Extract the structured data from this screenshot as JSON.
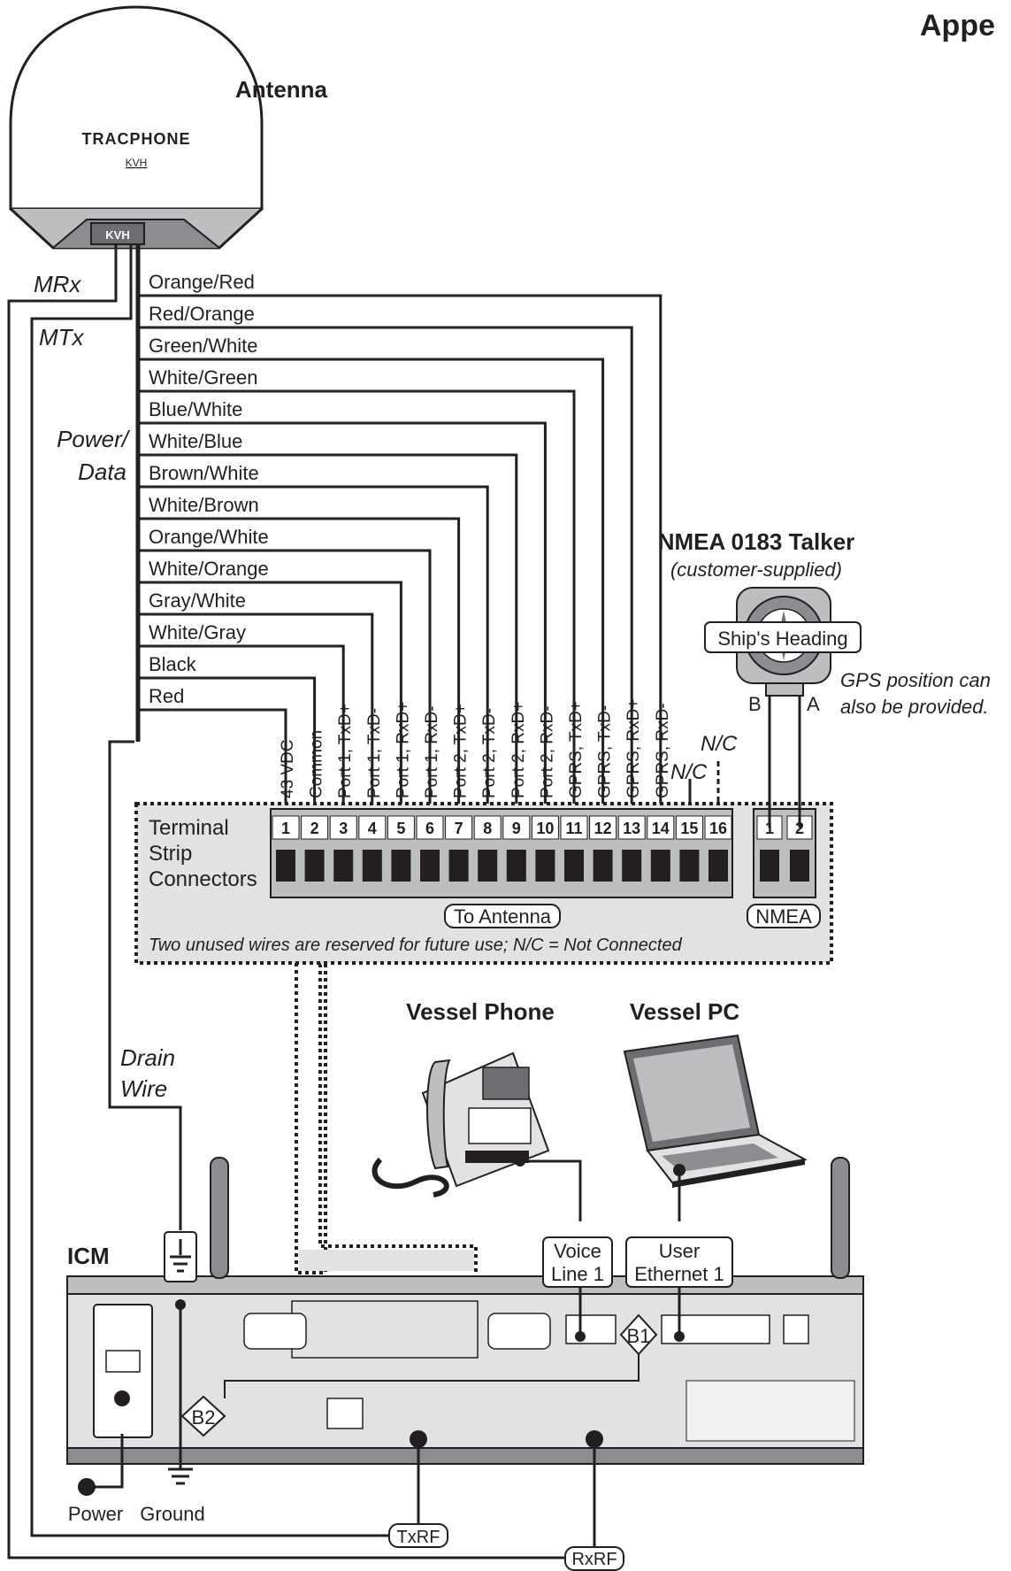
{
  "header": {
    "title_fragment": "Appe"
  },
  "antenna": {
    "title": "Antenna",
    "brand": "TRACPHONE",
    "logo": "KVH",
    "plate": "KVH"
  },
  "cables": {
    "mrx": "MRx",
    "mtx": "MTx",
    "power_data_1": "Power/",
    "power_data_2": "Data"
  },
  "wires": [
    {
      "label": "Orange/Red",
      "pin": "GPRS, RxD-"
    },
    {
      "label": "Red/Orange",
      "pin": "GPRS, RxD+"
    },
    {
      "label": "Green/White",
      "pin": "GPRS, TxD-"
    },
    {
      "label": "White/Green",
      "pin": "GPRS, TxD+"
    },
    {
      "label": "Blue/White",
      "pin": "Port 2, RxD-"
    },
    {
      "label": "White/Blue",
      "pin": "Port 2, RxD+"
    },
    {
      "label": "Brown/White",
      "pin": "Port 2, TxD-"
    },
    {
      "label": "White/Brown",
      "pin": "Port 2, TxD+"
    },
    {
      "label": "Orange/White",
      "pin": "Port 1, RxD-"
    },
    {
      "label": "White/Orange",
      "pin": "Port 1, RxD+"
    },
    {
      "label": "Gray/White",
      "pin": "Port 1, TxD-"
    },
    {
      "label": "White/Gray",
      "pin": "Port 1, TxD+"
    },
    {
      "label": "Black",
      "pin": "Common"
    },
    {
      "label": "Red",
      "pin": "43 VDC"
    }
  ],
  "terminal": {
    "title_1": "Terminal",
    "title_2": "Strip",
    "title_3": "Connectors",
    "pins": [
      "1",
      "2",
      "3",
      "4",
      "5",
      "6",
      "7",
      "8",
      "9",
      "10",
      "11",
      "12",
      "13",
      "14",
      "15",
      "16"
    ],
    "nc_15": "N/C",
    "nc_16": "N/C",
    "to_antenna": "To Antenna",
    "nmea_pins": [
      "1",
      "2"
    ],
    "nmea_label": "NMEA",
    "note": "Two unused wires are reserved for future use; N/C = Not Connected"
  },
  "nmea_talker": {
    "title": "NMEA 0183 Talker",
    "subtitle": "(customer-supplied)",
    "heading": "Ship's Heading",
    "pin_b": "B",
    "pin_a": "A",
    "gps_1": "GPS position can",
    "gps_2": "also be provided."
  },
  "vessel": {
    "phone": "Vessel Phone",
    "pc": "Vessel PC"
  },
  "icm": {
    "title": "ICM",
    "voice_1": "Voice",
    "voice_2": "Line 1",
    "eth_1": "User",
    "eth_2": "Ethernet 1",
    "b1": "B1",
    "b2": "B2",
    "drain_1": "Drain",
    "drain_2": "Wire",
    "power": "Power",
    "ground": "Ground",
    "txrf": "TxRF",
    "rxrf": "RxRF"
  },
  "colors": {
    "ink": "#231f20",
    "fill_gray": "#e2e2e2",
    "dark_gray": "#6d6e71",
    "light_gray": "#bcbec0"
  }
}
